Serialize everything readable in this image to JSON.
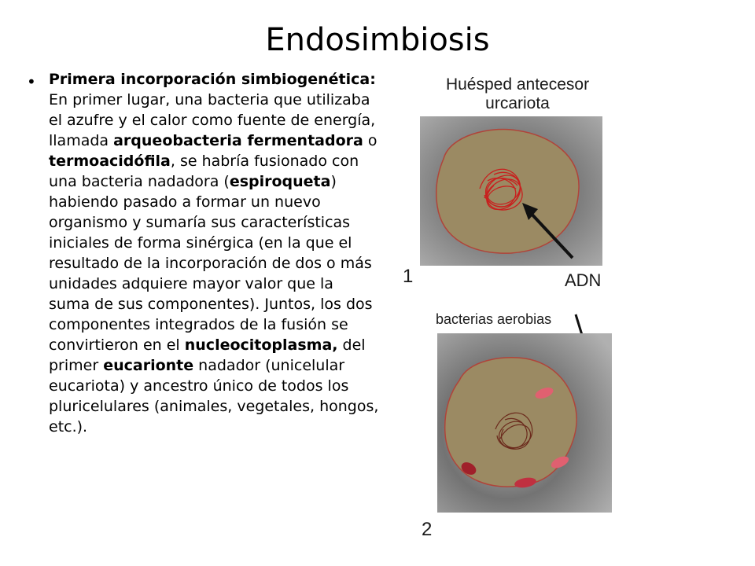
{
  "slide": {
    "title": "Endosimbiosis"
  },
  "body": {
    "bullet": "•",
    "b1": "Primera incorporación simbiogenética:",
    "t1": " En primer lugar, una bacteria que utilizaba el azufre y el calor como fuente de energía, llamada ",
    "b2": "arqueobacteria fermentadora",
    "t2": " o ",
    "b3": "termoacidófila",
    "t3": ", se habría fusionado con una bacteria nadadora (",
    "b4": "espiroqueta",
    "t4": ") habiendo pasado a formar un nuevo organismo y sumaría sus características iniciales de forma sinérgica (en la que el resultado de la incorporación de dos o más unidades adquiere mayor valor que la suma de sus componentes). Juntos, los dos componentes integrados de la fusión se convirtieron en el ",
    "b5": "nucleocitoplasma,",
    "t5": " del primer ",
    "b6": "eucarionte",
    "t6": " nadador (unicelular eucariota) y ancestro único de todos los pluricelulares (animales, vegetales, hongos, etc.)."
  },
  "figure": {
    "label_host_line1": "Huésped antecesor",
    "label_host_line2": "urcariota",
    "label_dna": "ADN",
    "label_num1": "1",
    "label_bacteria": "bacterias aerobias",
    "label_num2": "2",
    "colors": {
      "cell_fill": "#9b8a63",
      "cell_edge": "#b0443a",
      "dna": "#c8201e",
      "bacteria": "#c0306e",
      "background": "#8a8a8a"
    }
  }
}
